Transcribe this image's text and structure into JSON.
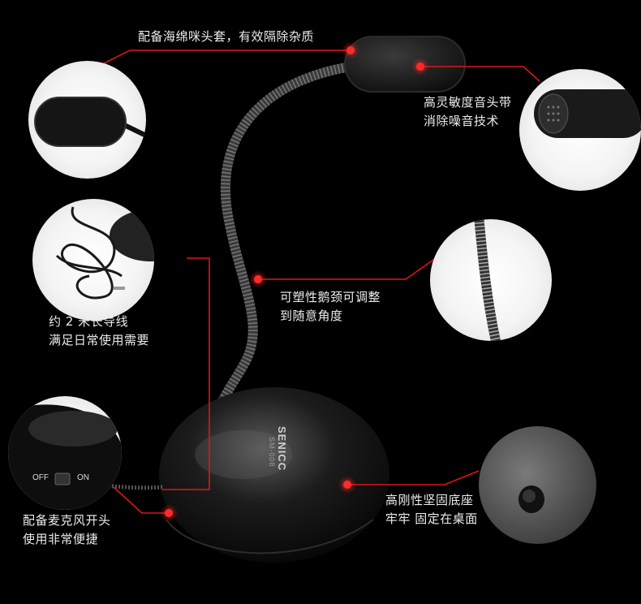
{
  "features": {
    "foam_cover": "配备海绵咪头套，有效隔除杂质",
    "sensitivity_line1": "高灵敏度音头带",
    "sensitivity_line2": "消除噪音技术",
    "cable_line1": "约 2 米长导线",
    "cable_line2": "满足日常使用需要",
    "gooseneck_line1": "可塑性鹅颈可调整",
    "gooseneck_line2": "到随意角度",
    "switch_line1": "配备麦克风开头",
    "switch_line2": "使用非常便捷",
    "base_line1": "高刚性坚固底座",
    "base_line2": "牢牢 固定在桌面"
  },
  "product": {
    "brand": "SENICC",
    "model": "SM-008",
    "switch_off": "OFF",
    "switch_on": "ON"
  },
  "colors": {
    "background": "#000000",
    "accent_red": "#e01515",
    "text": "#ececec"
  }
}
